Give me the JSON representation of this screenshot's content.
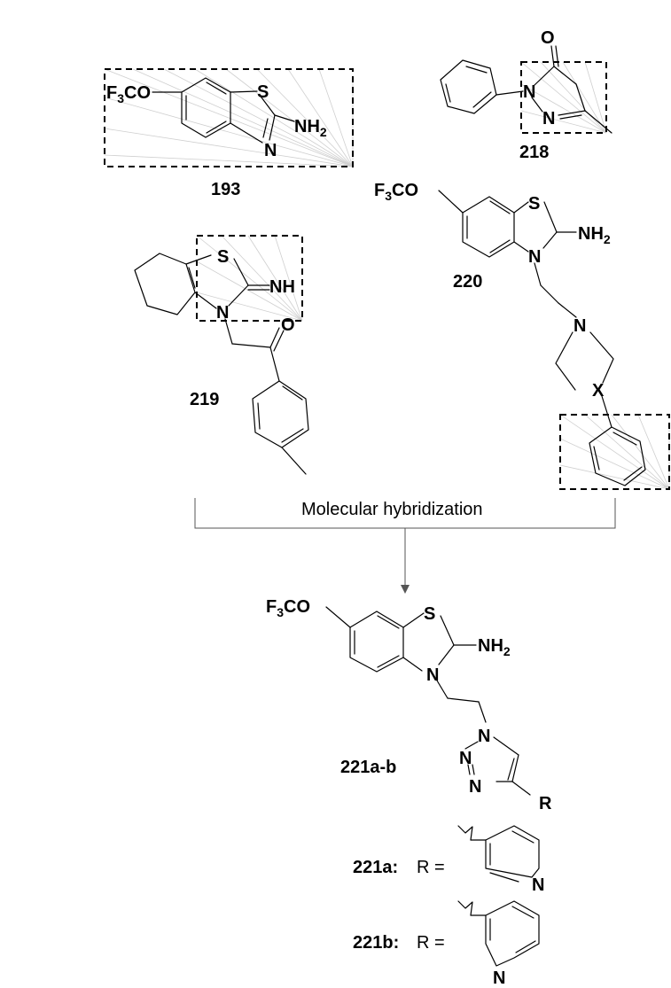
{
  "compounds": {
    "c193": "193",
    "c218": "218",
    "c219": "219",
    "c220": "220",
    "c221": "221a-b",
    "c221a": "221a:",
    "c221b": "221b:"
  },
  "atoms": {
    "f3co": "F3CO",
    "s": "S",
    "n": "N",
    "nh2": "NH2",
    "nh": "NH",
    "o": "O",
    "x": "X",
    "r": "R"
  },
  "arrow_label": "Molecular hybridization",
  "r_equals": "R ="
}
